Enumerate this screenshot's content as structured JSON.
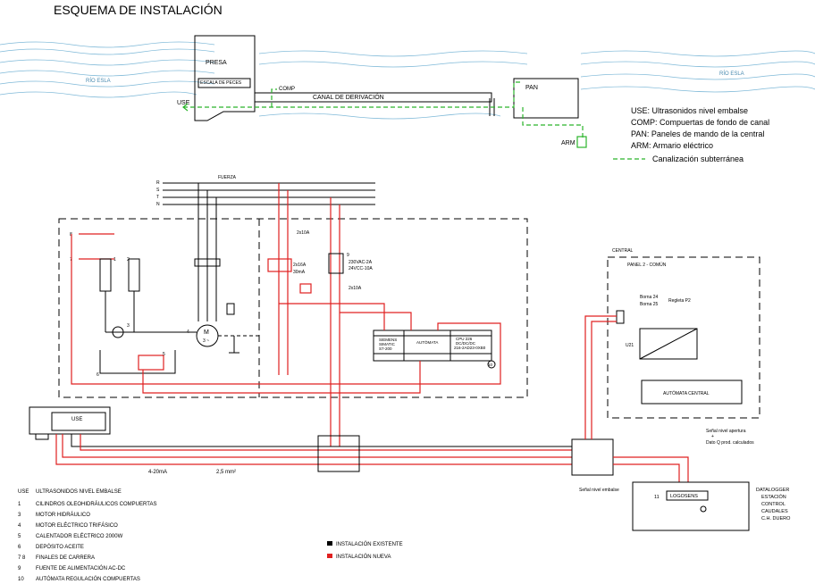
{
  "title": "ESQUEMA DE INSTALACIÓN",
  "top": {
    "presa": "PRESA",
    "escala": "ESCALA DE PECES",
    "comp": "COMP",
    "canal": "CANAL DE DERIVACIÓN",
    "use": "USE",
    "pan": "PAN",
    "arm": "ARM",
    "rio_left": "RÍO ESLA",
    "rio_right": "RÍO ESLA"
  },
  "legend_top": [
    "USE: Ultrasonidos nivel embalse",
    "COMP: Compuertas de fondo de canal",
    "PAN: Paneles de mando de la central",
    "ARM: Armario eléctrico",
    "Canalización subterránea"
  ],
  "schematic": {
    "phases": [
      "R",
      "S",
      "T",
      "N"
    ],
    "fuerza": "FUERZA",
    "breaker1": "2x10A",
    "breaker2_a": "2x16A",
    "breaker2_b": "30mA",
    "psu_a": "230VAC-2A",
    "psu_b": "24VCC-10A",
    "breaker3": "2x10A",
    "motor_m": "M",
    "motor_3": "3 ~",
    "n8": "8",
    "n7": "7",
    "n1": "1",
    "n2": "2",
    "n3": "3",
    "n4": "4",
    "n5": "5",
    "n6": "6",
    "n9": "9",
    "n10": "10",
    "plc_siemens": "SIEMENS",
    "plc_simatic": "SIMATIC",
    "plc_model": "S7-200",
    "plc_automata": "AUTÓMATA",
    "plc_cpu1": "CPU 226",
    "plc_cpu2": "DC/DC/DC",
    "plc_cpu3": "216-2AD23-0XB0",
    "use_box": "USE",
    "current": "4-20mA",
    "section": "2,5 mm²"
  },
  "central": {
    "label": "CENTRAL",
    "panel": "PANEL 2 - COMÚN",
    "borna24": "Borna 24",
    "borna25": "Borna 25",
    "regleta": "Regleta P2",
    "u21": "U21",
    "automata": "AUTÓMATA CENTRAL",
    "signal1": "Señal nivel apertura",
    "signal_plus": "+",
    "signal2": "Dato Q prod. calculados",
    "signal3": "Señal nivel embalse"
  },
  "datalogger": {
    "brand": "LOGOSENS",
    "num": "11",
    "label": [
      "DATALOGGER",
      "ESTACIÓN",
      "CONTROL",
      "CAUDALES",
      "C.H. DUERO"
    ]
  },
  "legend_bottom": [
    {
      "key": "USE",
      "text": "ULTRASONIDOS NIVEL EMBALSE"
    },
    {
      "key": "1",
      "text": "CILINDROS OLEOHIDRÁULICOS COMPUERTAS"
    },
    {
      "key": "3",
      "text": "MOTOR HIDRÁULICO"
    },
    {
      "key": "4",
      "text": "MOTOR ELÉCTRICO TRIFÁSICO"
    },
    {
      "key": "5",
      "text": "CALENTADOR ELÉCTRICO 2000W"
    },
    {
      "key": "6",
      "text": "DEPÓSITO ACEITE"
    },
    {
      "key": "7 8",
      "text": "FINALES DE CARRERA"
    },
    {
      "key": "9",
      "text": "FUENTE DE ALIMENTACIÓN AC-DC"
    },
    {
      "key": "10",
      "text": "AUTÓMATA REGULACIÓN COMPUERTAS"
    }
  ],
  "install_legend": [
    {
      "text": "INSTALACIÓN EXISTENTE",
      "color": "#000000"
    },
    {
      "text": "INSTALACIÓN NUEVA",
      "color": "#e02020"
    }
  ],
  "colors": {
    "existing": "#000000",
    "new": "#e02020",
    "conduit": "#2bb52b",
    "water": "#7fb9d8"
  }
}
